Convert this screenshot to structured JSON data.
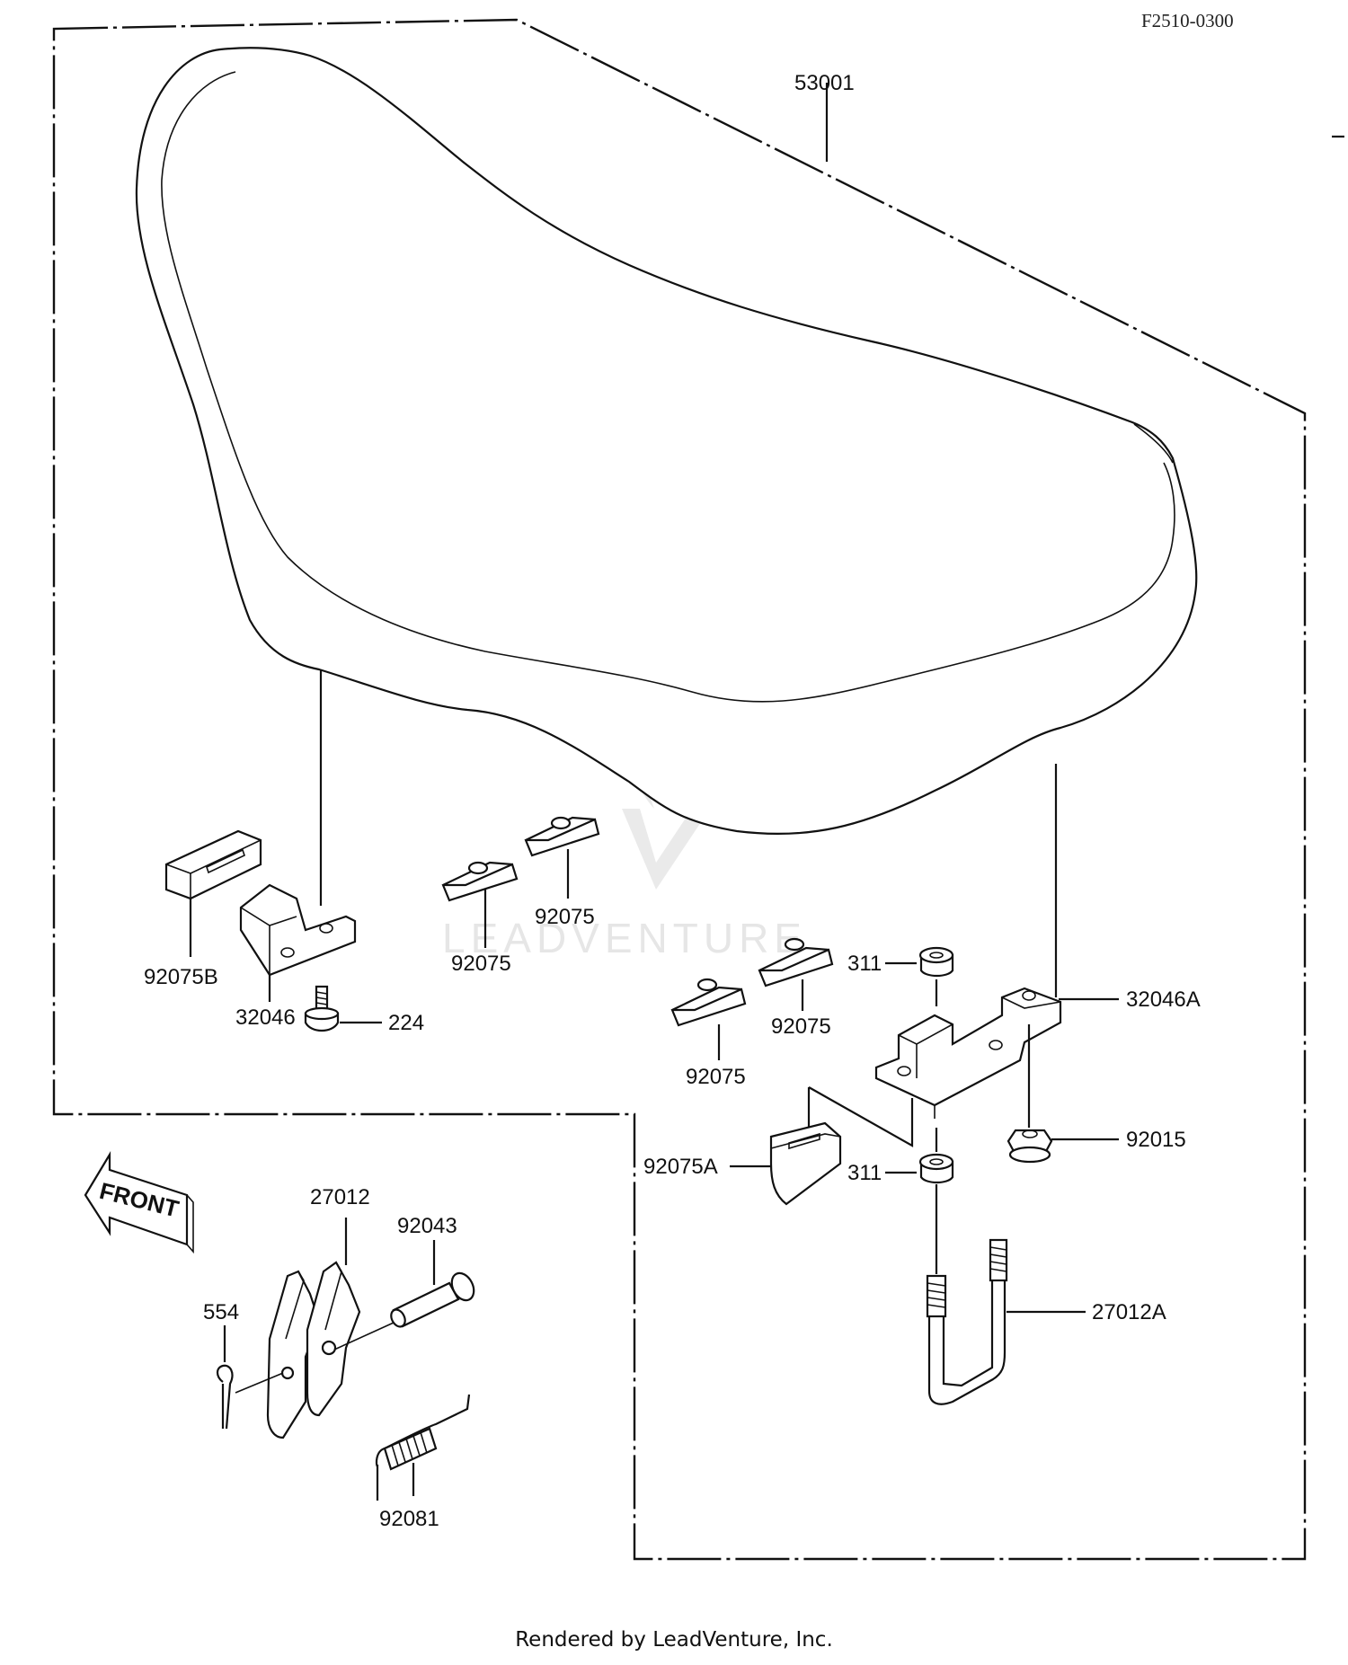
{
  "diagram_code": "F2510-0300",
  "front_arrow_text": "FRONT",
  "watermark": "LEADVENTURE",
  "footer": "Rendered by LeadVenture, Inc.",
  "parts": {
    "p53001": "53001",
    "p92075B": "92075B",
    "p32046": "32046",
    "p224": "224",
    "p92075_a": "92075",
    "p92075_b": "92075",
    "p92075_c": "92075",
    "p92075_d": "92075",
    "p311_top": "311",
    "p32046A": "32046A",
    "p92015": "92015",
    "p92075A": "92075A",
    "p311_bottom": "311",
    "p27012": "27012",
    "p92043": "92043",
    "p554": "554",
    "p27012A": "27012A",
    "p92081": "92081"
  }
}
